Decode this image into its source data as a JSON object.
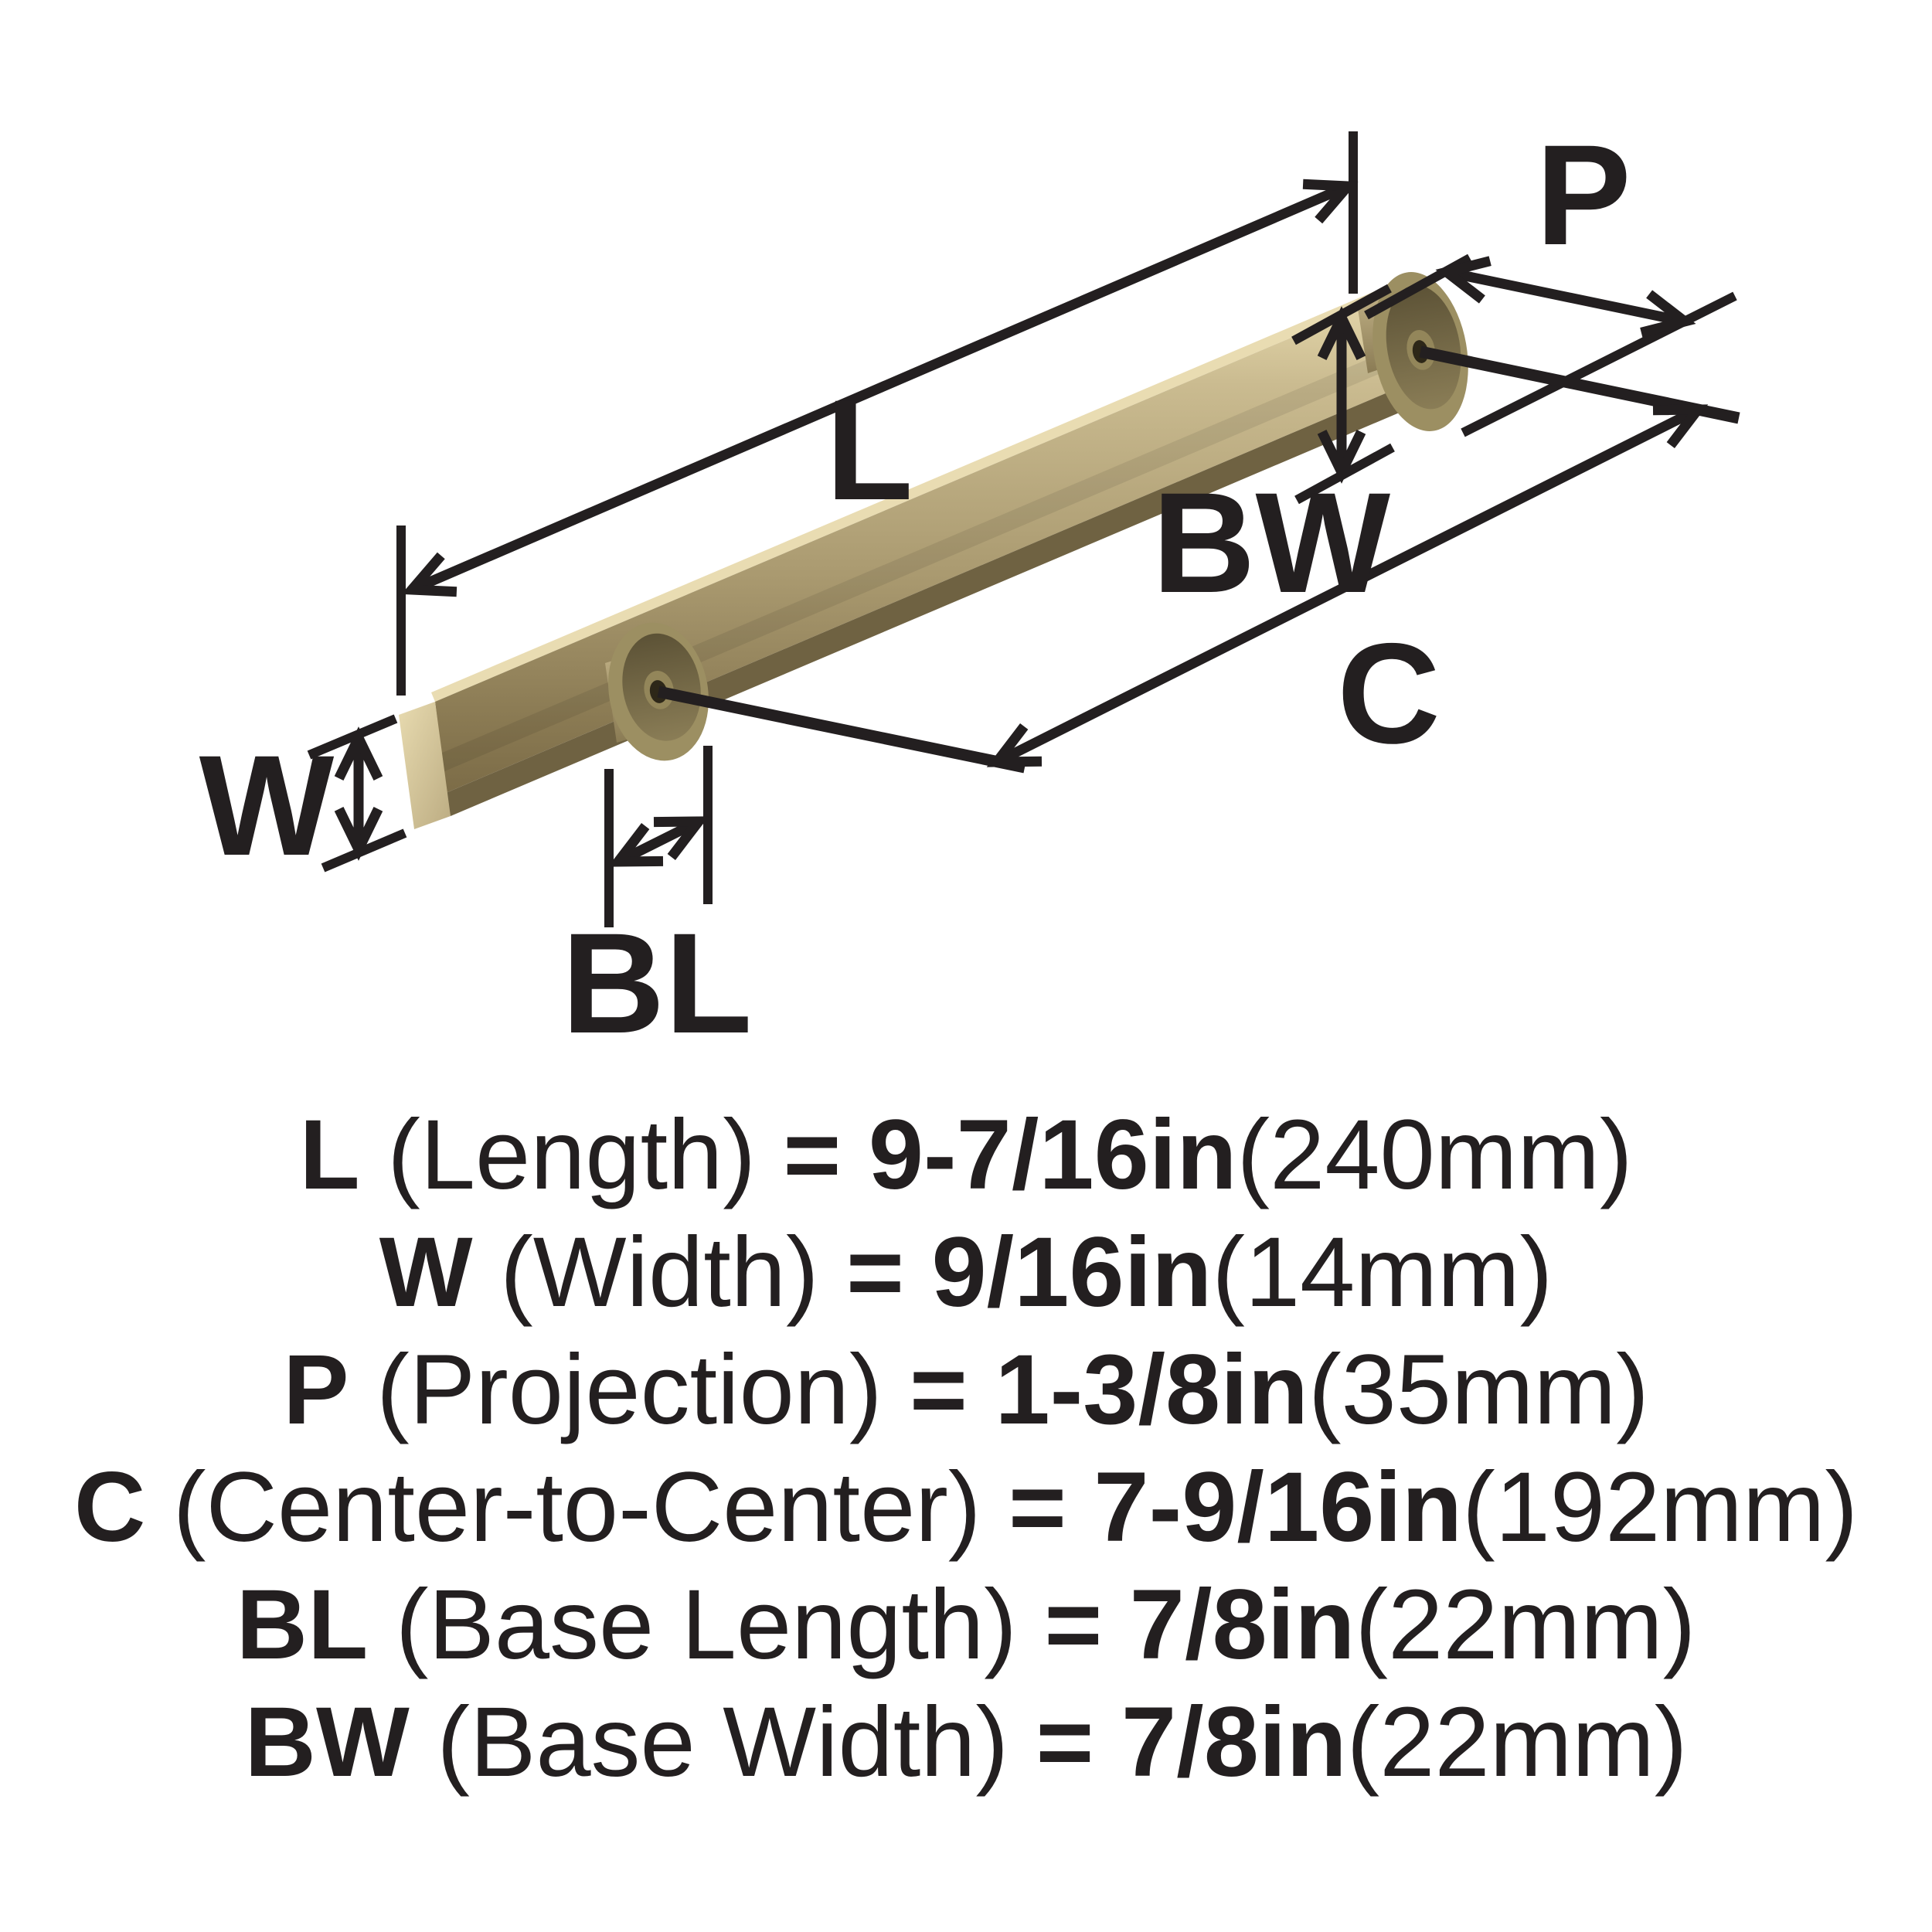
{
  "specs": [
    {
      "symbol": "L",
      "name": "(Length)",
      "eq": "=",
      "imperial": "9-7/16in",
      "metric": "(240mm)"
    },
    {
      "symbol": "W",
      "name": "(Width)",
      "eq": "=",
      "imperial": "9/16in",
      "metric": "(14mm)"
    },
    {
      "symbol": "P",
      "name": "(Projection)",
      "eq": "=",
      "imperial": "1-3/8in",
      "metric": "(35mm)"
    },
    {
      "symbol": "C",
      "name": "(Center-to-Center)",
      "eq": "=",
      "imperial": "7-9/16in",
      "metric": "(192mm)"
    },
    {
      "symbol": "BL",
      "name": "(Base Length)",
      "eq": "=",
      "imperial": "7/8in",
      "metric": "(22mm)"
    },
    {
      "symbol": "BW",
      "name": "(Base Width)",
      "eq": "=",
      "imperial": "7/8in",
      "metric": "(22mm)"
    }
  ],
  "colors": {
    "background": "#ffffff",
    "line": "#231f20",
    "brass_highlight": "#e9dcb2",
    "brass_light": "#d4c59a",
    "brass_mid": "#ab9b71",
    "brass_dark": "#7c6c47",
    "brass_underside": "#6f6242",
    "flange_ring": "#9c8f62",
    "flange_recess_dark": "#5c5236",
    "flange_recess_light": "#8a7d56",
    "screw_hole": "#2d2718"
  }
}
